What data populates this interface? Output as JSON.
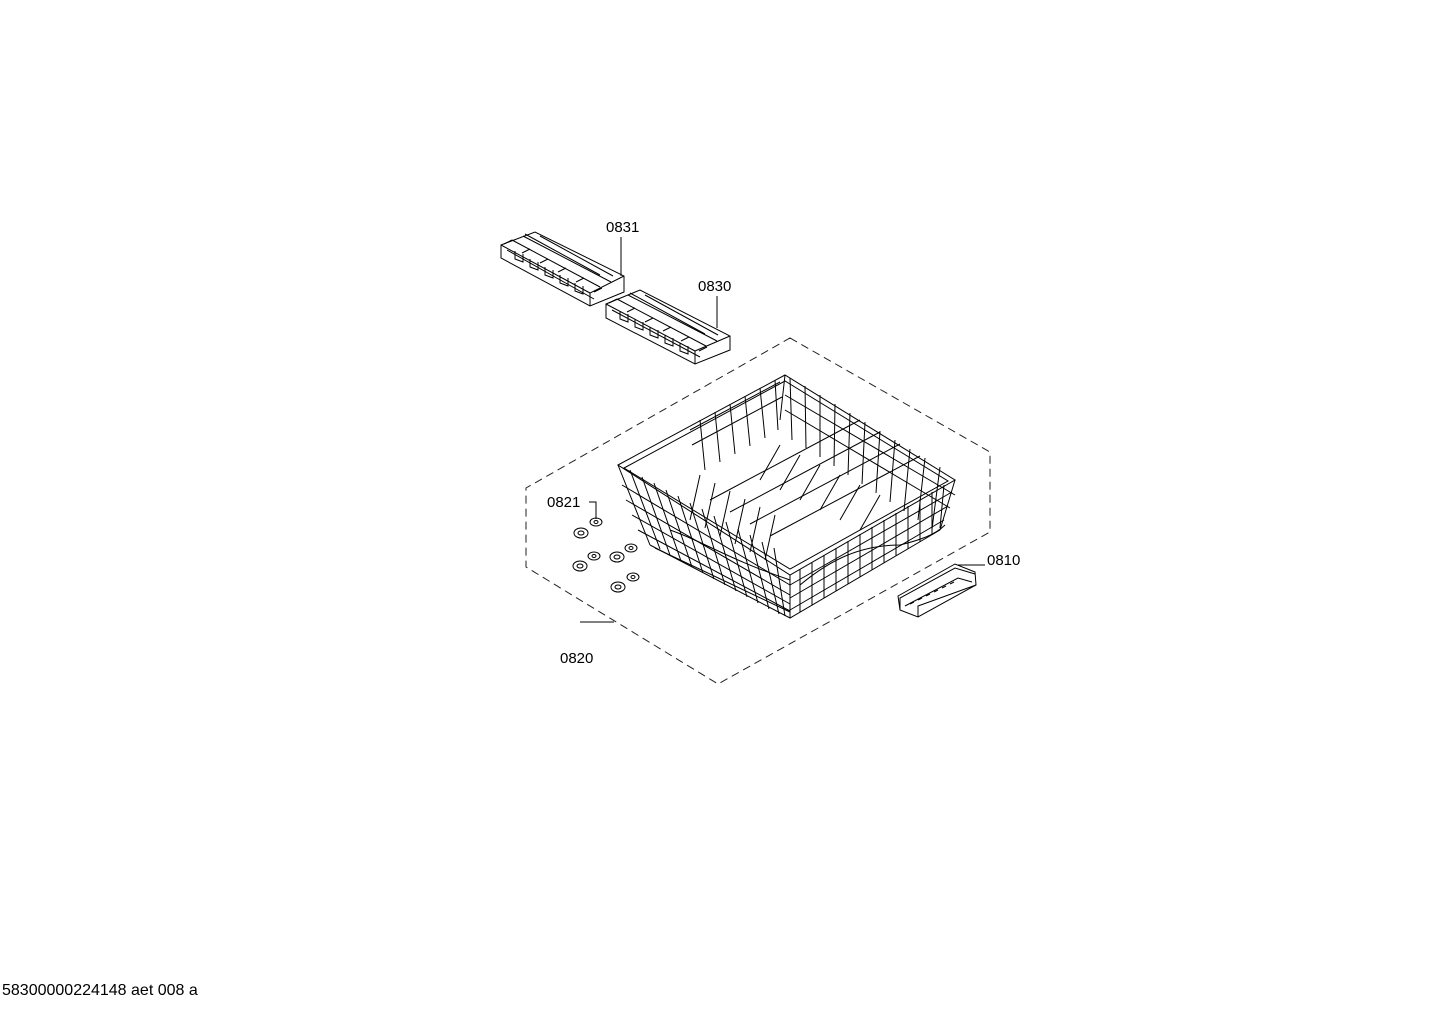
{
  "diagram": {
    "callouts": [
      {
        "id": "0831",
        "label": "0831"
      },
      {
        "id": "0830",
        "label": "0830"
      },
      {
        "id": "0821",
        "label": "0821"
      },
      {
        "id": "0810",
        "label": "0810"
      },
      {
        "id": "0820",
        "label": "0820"
      }
    ],
    "footer": "58300000224148 aet 008 a"
  }
}
